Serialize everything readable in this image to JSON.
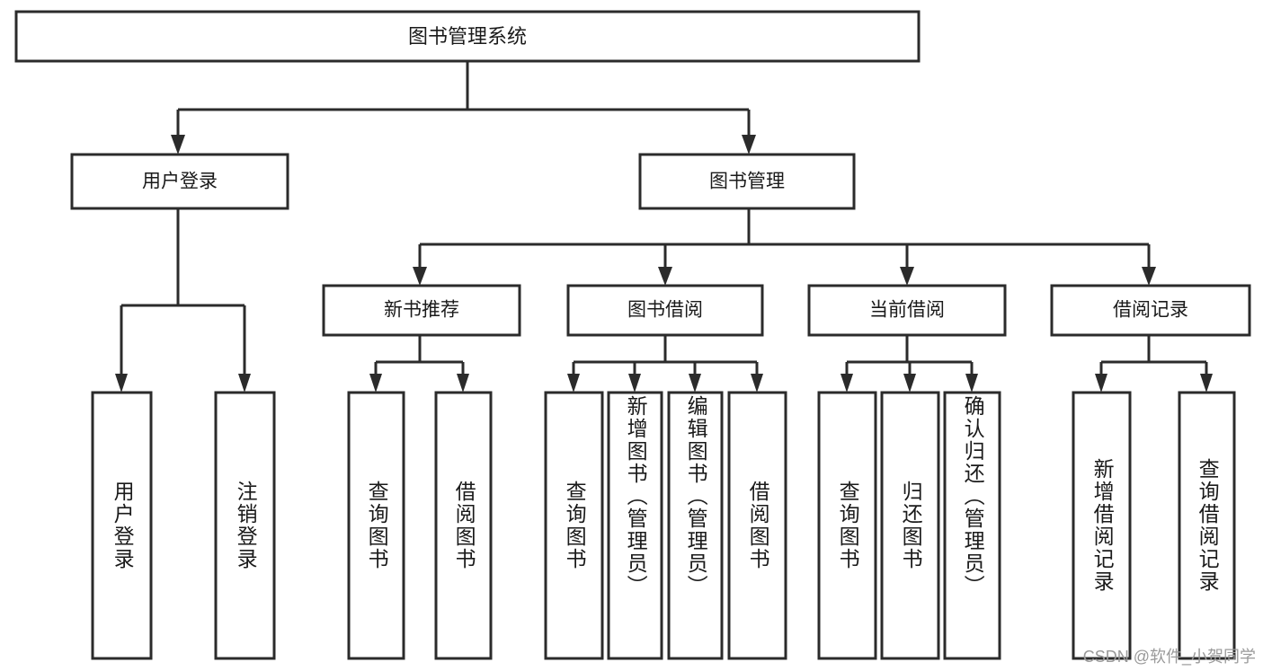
{
  "diagram": {
    "type": "tree",
    "title": "图书管理系统",
    "colors": {
      "box_stroke": "#2b2b2b",
      "box_fill": "#ffffff",
      "text": "#1a1a1a",
      "background": "#ffffff",
      "watermark": "#9a9a9a"
    },
    "root": {
      "label": "图书管理系统"
    },
    "level2": [
      {
        "label": "用户登录"
      },
      {
        "label": "图书管理"
      }
    ],
    "level3": [
      {
        "label": "新书推荐"
      },
      {
        "label": "图书借阅"
      },
      {
        "label": "当前借阅"
      },
      {
        "label": "借阅记录"
      }
    ],
    "leaves": {
      "user_login": [
        {
          "label": "用户登录"
        },
        {
          "label": "注销登录"
        }
      ],
      "new_book_recommend": [
        {
          "label": "查询图书"
        },
        {
          "label": "借阅图书"
        }
      ],
      "book_borrow": [
        {
          "label": "查询图书"
        },
        {
          "label": "新增图书（管理员）"
        },
        {
          "label": "编辑图书（管理员）"
        },
        {
          "label": "借阅图书"
        }
      ],
      "current_borrow": [
        {
          "label": "查询图书"
        },
        {
          "label": "归还图书"
        },
        {
          "label": "确认归还（管理员）"
        }
      ],
      "borrow_records": [
        {
          "label": "新增借阅记录"
        },
        {
          "label": "查询借阅记录"
        }
      ]
    }
  },
  "watermark": {
    "text": "CSDN @软件_小贺同学"
  }
}
